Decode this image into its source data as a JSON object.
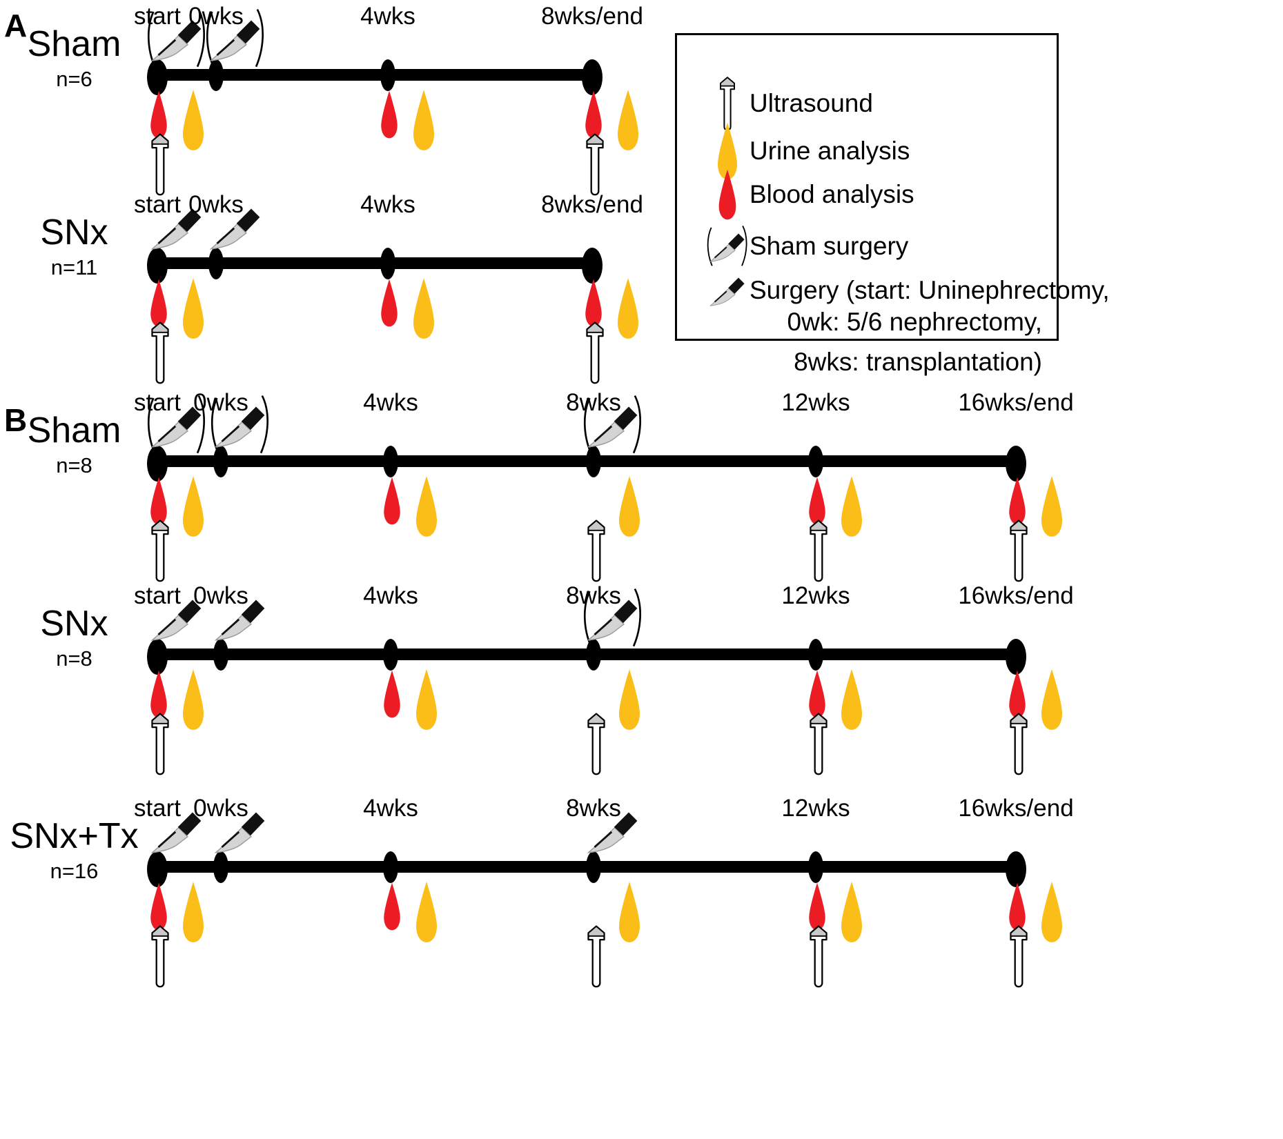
{
  "figure": {
    "type": "experimental-timeline-diagram",
    "colors": {
      "blood": "#EC1C24",
      "urine": "#FBBE18",
      "timeline": "#000000",
      "ultrasound_outline": "#000000",
      "ultrasound_head": "#C9C9C9",
      "knife_blade": "#CCCCCC",
      "knife_handle": "#000000"
    }
  },
  "panels": [
    {
      "letter": "A",
      "rows": [
        {
          "group": "Sham",
          "n_label": "n=6",
          "timepoints": [
            {
              "label": "start",
              "surgery": "sham",
              "blood": true,
              "urine": true,
              "ultrasound": true
            },
            {
              "label": "0wks",
              "surgery": "sham",
              "blood": false,
              "urine": false,
              "ultrasound": false
            },
            {
              "label": "4wks",
              "surgery": "none",
              "blood": true,
              "urine": true,
              "ultrasound": false
            },
            {
              "label": "8wks/end",
              "surgery": "none",
              "blood": true,
              "urine": true,
              "ultrasound": true
            }
          ]
        },
        {
          "group": "SNx",
          "n_label": "n=11",
          "timepoints": [
            {
              "label": "start",
              "surgery": "real",
              "blood": true,
              "urine": true,
              "ultrasound": true
            },
            {
              "label": "0wks",
              "surgery": "real",
              "blood": false,
              "urine": false,
              "ultrasound": false
            },
            {
              "label": "4wks",
              "surgery": "none",
              "blood": true,
              "urine": true,
              "ultrasound": false
            },
            {
              "label": "8wks/end",
              "surgery": "none",
              "blood": true,
              "urine": true,
              "ultrasound": true
            }
          ]
        }
      ]
    },
    {
      "letter": "B",
      "rows": [
        {
          "group": "Sham",
          "n_label": "n=8",
          "timepoints": [
            {
              "label": "start",
              "surgery": "sham",
              "blood": true,
              "urine": true,
              "ultrasound": true
            },
            {
              "label": "0wks",
              "surgery": "sham",
              "blood": false,
              "urine": false,
              "ultrasound": false
            },
            {
              "label": "4wks",
              "surgery": "none",
              "blood": true,
              "urine": true,
              "ultrasound": false
            },
            {
              "label": "8wks",
              "surgery": "sham",
              "blood": false,
              "urine": true,
              "ultrasound": true
            },
            {
              "label": "12wks",
              "surgery": "none",
              "blood": true,
              "urine": true,
              "ultrasound": true
            },
            {
              "label": "16wks/end",
              "surgery": "none",
              "blood": true,
              "urine": true,
              "ultrasound": true
            }
          ]
        },
        {
          "group": "SNx",
          "n_label": "n=8",
          "timepoints": [
            {
              "label": "start",
              "surgery": "real",
              "blood": true,
              "urine": true,
              "ultrasound": true
            },
            {
              "label": "0wks",
              "surgery": "real",
              "blood": false,
              "urine": false,
              "ultrasound": false
            },
            {
              "label": "4wks",
              "surgery": "none",
              "blood": true,
              "urine": true,
              "ultrasound": false
            },
            {
              "label": "8wks",
              "surgery": "sham",
              "blood": false,
              "urine": true,
              "ultrasound": true
            },
            {
              "label": "12wks",
              "surgery": "none",
              "blood": true,
              "urine": true,
              "ultrasound": true
            },
            {
              "label": "16wks/end",
              "surgery": "none",
              "blood": true,
              "urine": true,
              "ultrasound": true
            }
          ]
        },
        {
          "group": "SNx+Tx",
          "n_label": "n=16",
          "timepoints": [
            {
              "label": "start",
              "surgery": "real",
              "blood": true,
              "urine": true,
              "ultrasound": true
            },
            {
              "label": "0wks",
              "surgery": "real",
              "blood": false,
              "urine": false,
              "ultrasound": false
            },
            {
              "label": "4wks",
              "surgery": "none",
              "blood": true,
              "urine": true,
              "ultrasound": false
            },
            {
              "label": "8wks",
              "surgery": "real",
              "blood": false,
              "urine": true,
              "ultrasound": true
            },
            {
              "label": "12wks",
              "surgery": "none",
              "blood": true,
              "urine": true,
              "ultrasound": true
            },
            {
              "label": "16wks/end",
              "surgery": "none",
              "blood": true,
              "urine": true,
              "ultrasound": true
            }
          ]
        }
      ]
    }
  ],
  "legend": {
    "items": [
      {
        "icon": "ultrasound-icon",
        "label": "Ultrasound"
      },
      {
        "icon": "urine-drop-icon",
        "label": "Urine analysis"
      },
      {
        "icon": "blood-drop-icon",
        "label": "Blood analysis"
      },
      {
        "icon": "sham-surgery-icon",
        "label": "Sham surgery"
      },
      {
        "icon": "surgery-icon",
        "label": "Surgery (start: Uninephrectomy,"
      }
    ],
    "continuation": [
      "0wk: 5/6 nephrectomy,",
      "8wks: transplantation)"
    ]
  }
}
